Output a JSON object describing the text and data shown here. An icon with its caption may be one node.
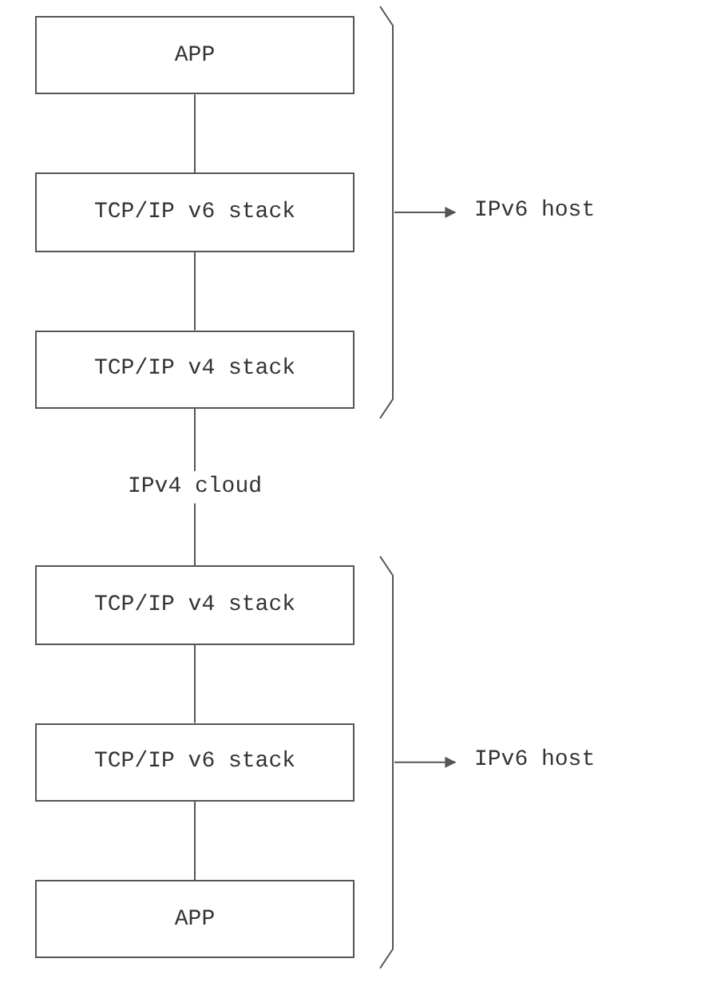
{
  "diagram": {
    "nodes": [
      {
        "text": [
          "APP"
        ]
      },
      {
        "text": [
          "TCP/IP v6 stack"
        ]
      },
      {
        "text": [
          "TCP/IP v4 stack"
        ]
      },
      {
        "text": [
          "IPv4 cloud"
        ]
      },
      {
        "text": [
          "TCP/IP v4 stack"
        ]
      },
      {
        "text": [
          "TCP/IP v6 stack"
        ]
      },
      {
        "text": [
          "APP"
        ]
      }
    ],
    "edges": [
      {
        "from": 0,
        "to": 1,
        "arrow": "none"
      },
      {
        "from": 1,
        "to": 2,
        "arrow": "none"
      },
      {
        "from": 2,
        "to": 3,
        "arrow": "none"
      },
      {
        "from": 3,
        "to": 4,
        "arrow": "none"
      },
      {
        "from": 4,
        "to": 5,
        "arrow": "none"
      },
      {
        "from": 5,
        "to": 6,
        "arrow": "none"
      }
    ],
    "labels": [
      "IPv6 host",
      "IPv6 host"
    ]
  }
}
